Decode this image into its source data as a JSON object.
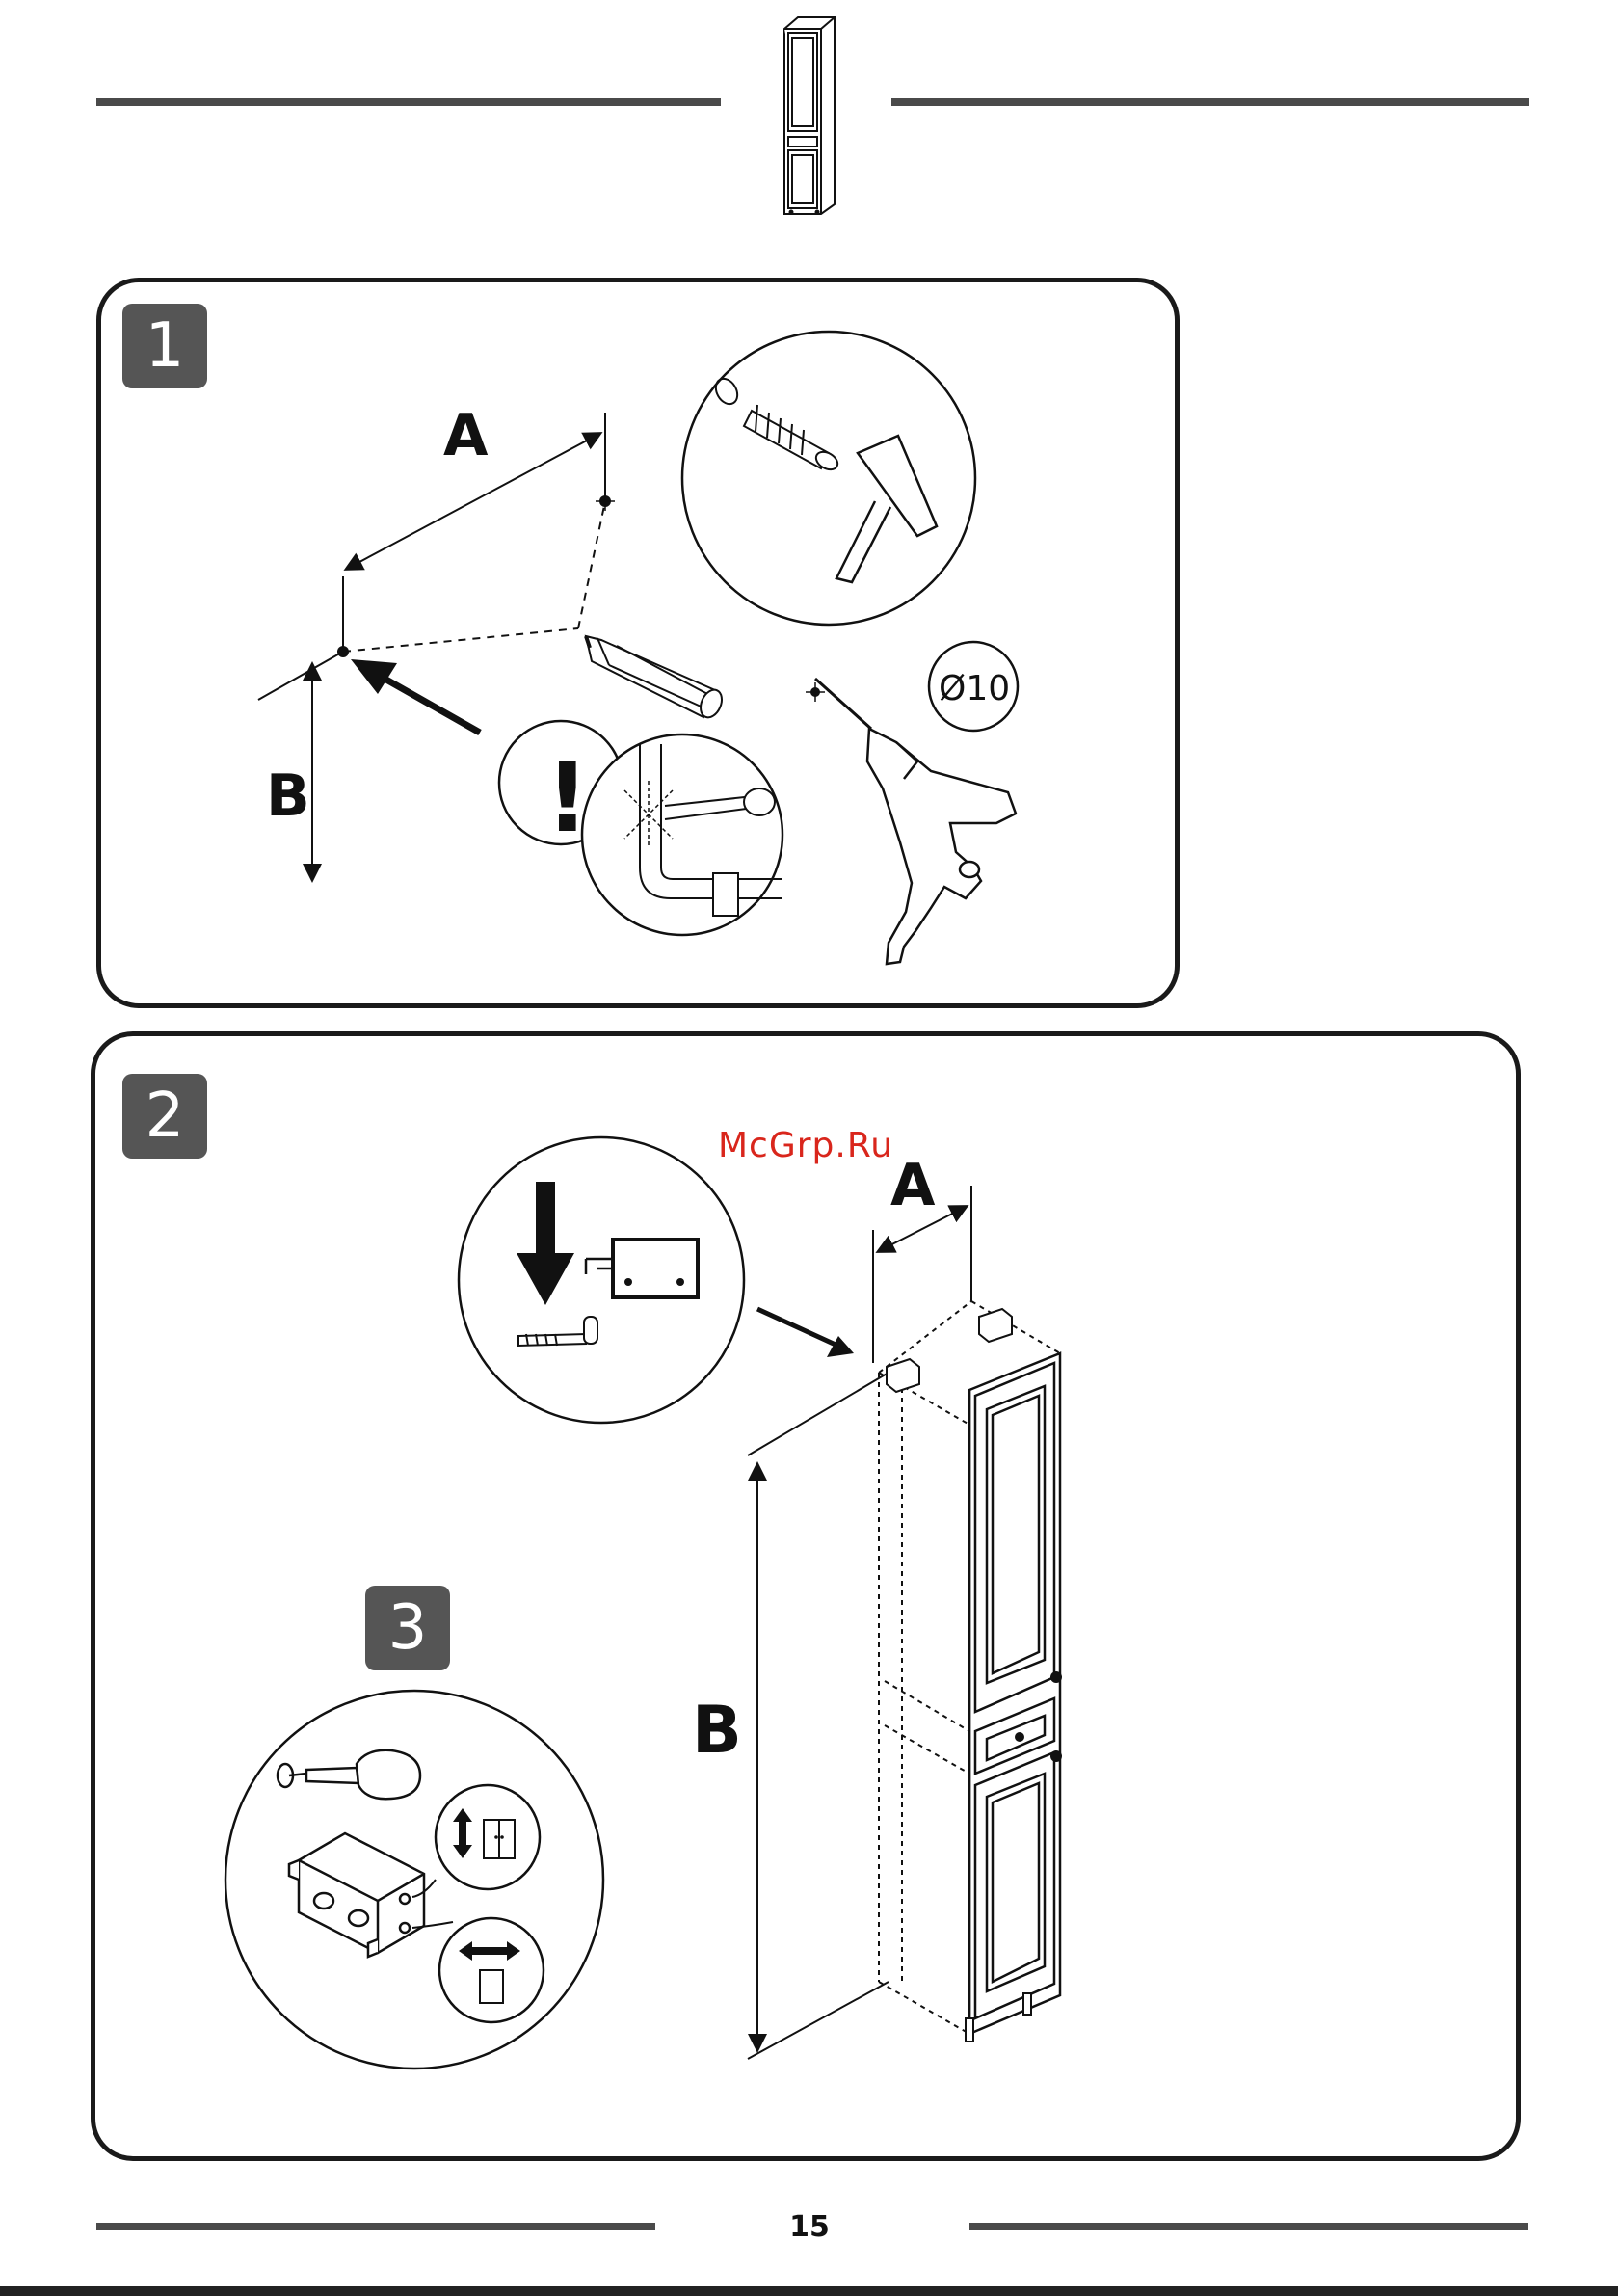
{
  "page": {
    "page_number": "15",
    "watermark": "McGrp.Ru"
  },
  "step1": {
    "badge": "1",
    "dim_a": "A",
    "dim_b": "B",
    "warning_mark": "!",
    "drill_diameter": "Ø10"
  },
  "step2": {
    "badge": "2",
    "dim_a": "A",
    "dim_b": "B"
  },
  "step3": {
    "badge": "3"
  },
  "icons": {
    "cabinet_thumbnail": "tall-cabinet-icon",
    "pencil": "pencil-icon",
    "hammer": "hammer-icon",
    "drill": "drill-icon",
    "dowel": "wall-plug-icon",
    "screwdriver": "screwdriver-icon",
    "bracket": "hanging-bracket-icon",
    "arrow_vertical": "vertical-adjust-icon",
    "arrow_horizontal": "horizontal-adjust-icon"
  }
}
